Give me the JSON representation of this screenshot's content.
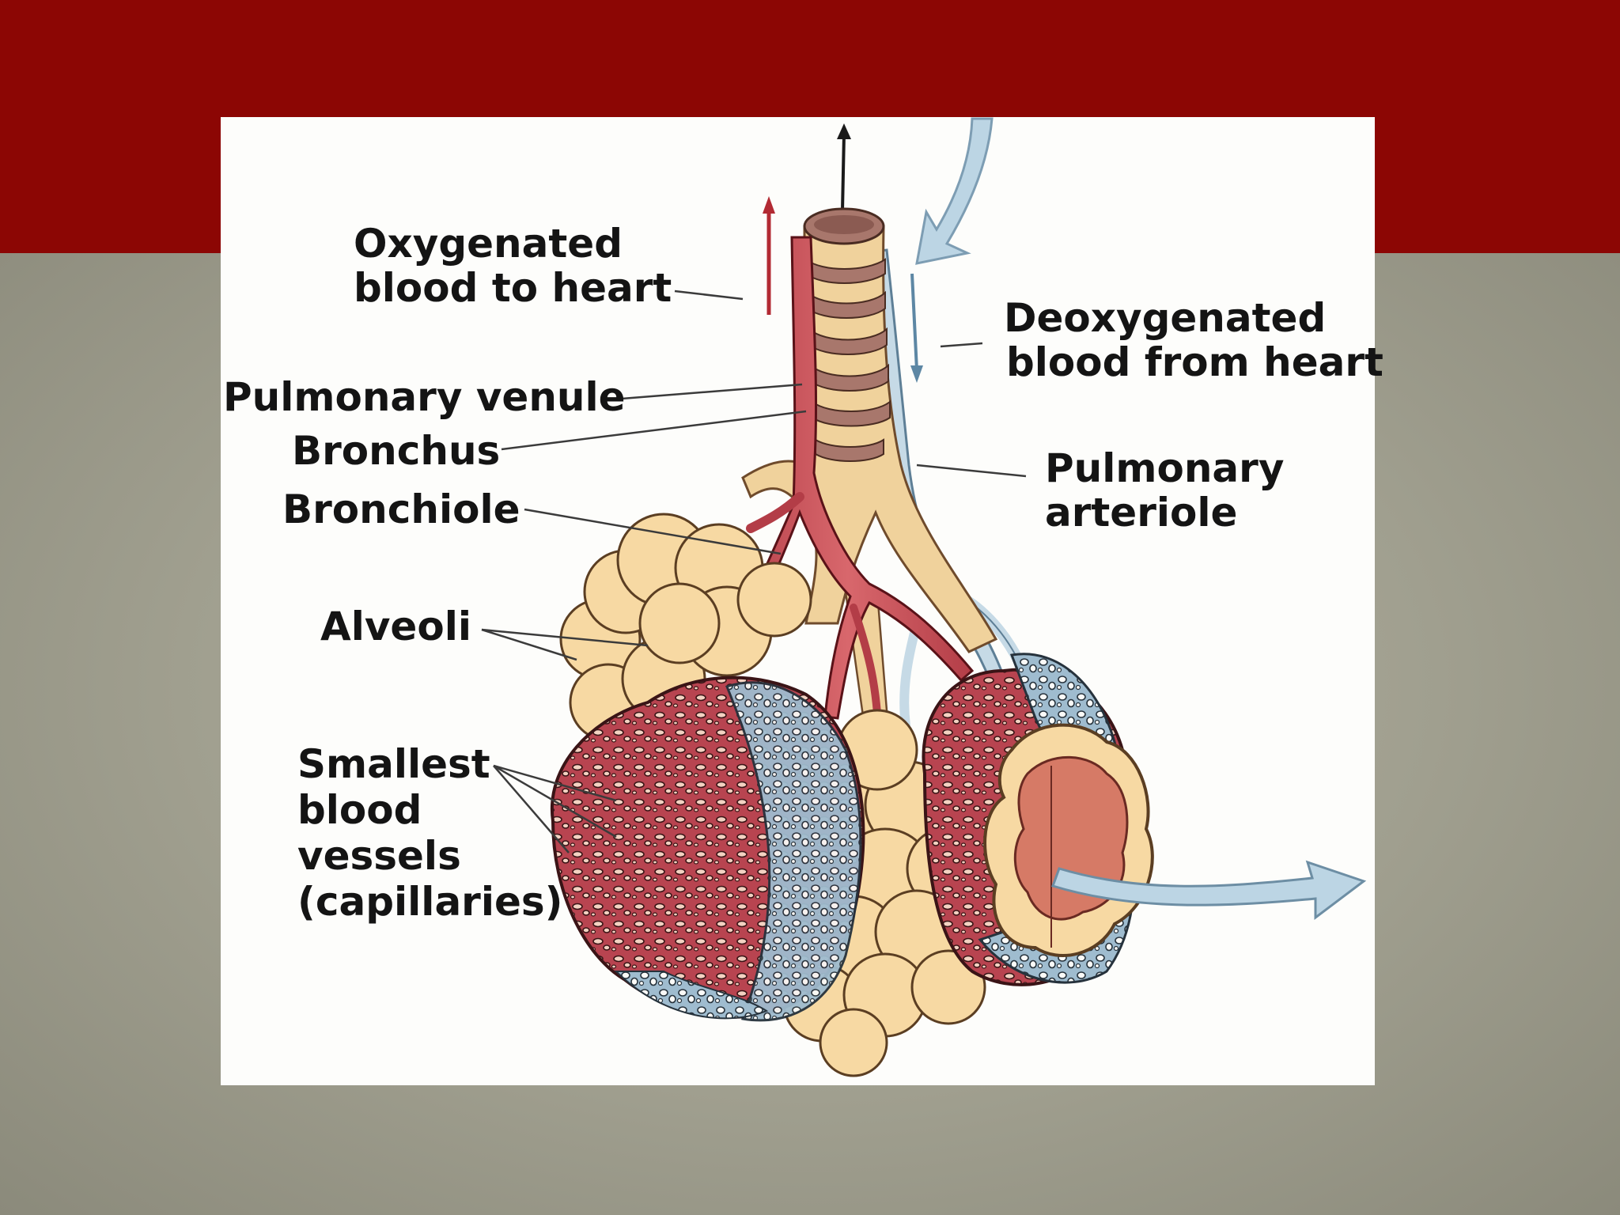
{
  "diagram": {
    "labels": {
      "oxygenated_line1": "Oxygenated",
      "oxygenated_line2": "blood to heart",
      "deoxygenated_line1": "Deoxygenated",
      "deoxygenated_line2": "blood from heart",
      "pulmonary_venule": "Pulmonary venule",
      "bronchus": "Bronchus",
      "bronchiole": "Bronchiole",
      "pulmonary_arteriole_line1": "Pulmonary",
      "pulmonary_arteriole_line2": "arteriole",
      "alveoli": "Alveoli",
      "capillaries_line1": "Smallest",
      "capillaries_line2": "blood",
      "capillaries_line3": "vessels",
      "capillaries_line4": "(capillaries)"
    },
    "colors": {
      "banner": "#8c0604",
      "figure_background": "#fdfdfb",
      "alveoli_fill": "#f7d9a3",
      "bronchus_fill": "#f0d29c",
      "bronchus_ring": "#a8776c",
      "oxygenated_blood": "#c74a4f",
      "deoxygenated_blood": "#b8d0df",
      "label_text": "#141414"
    }
  }
}
